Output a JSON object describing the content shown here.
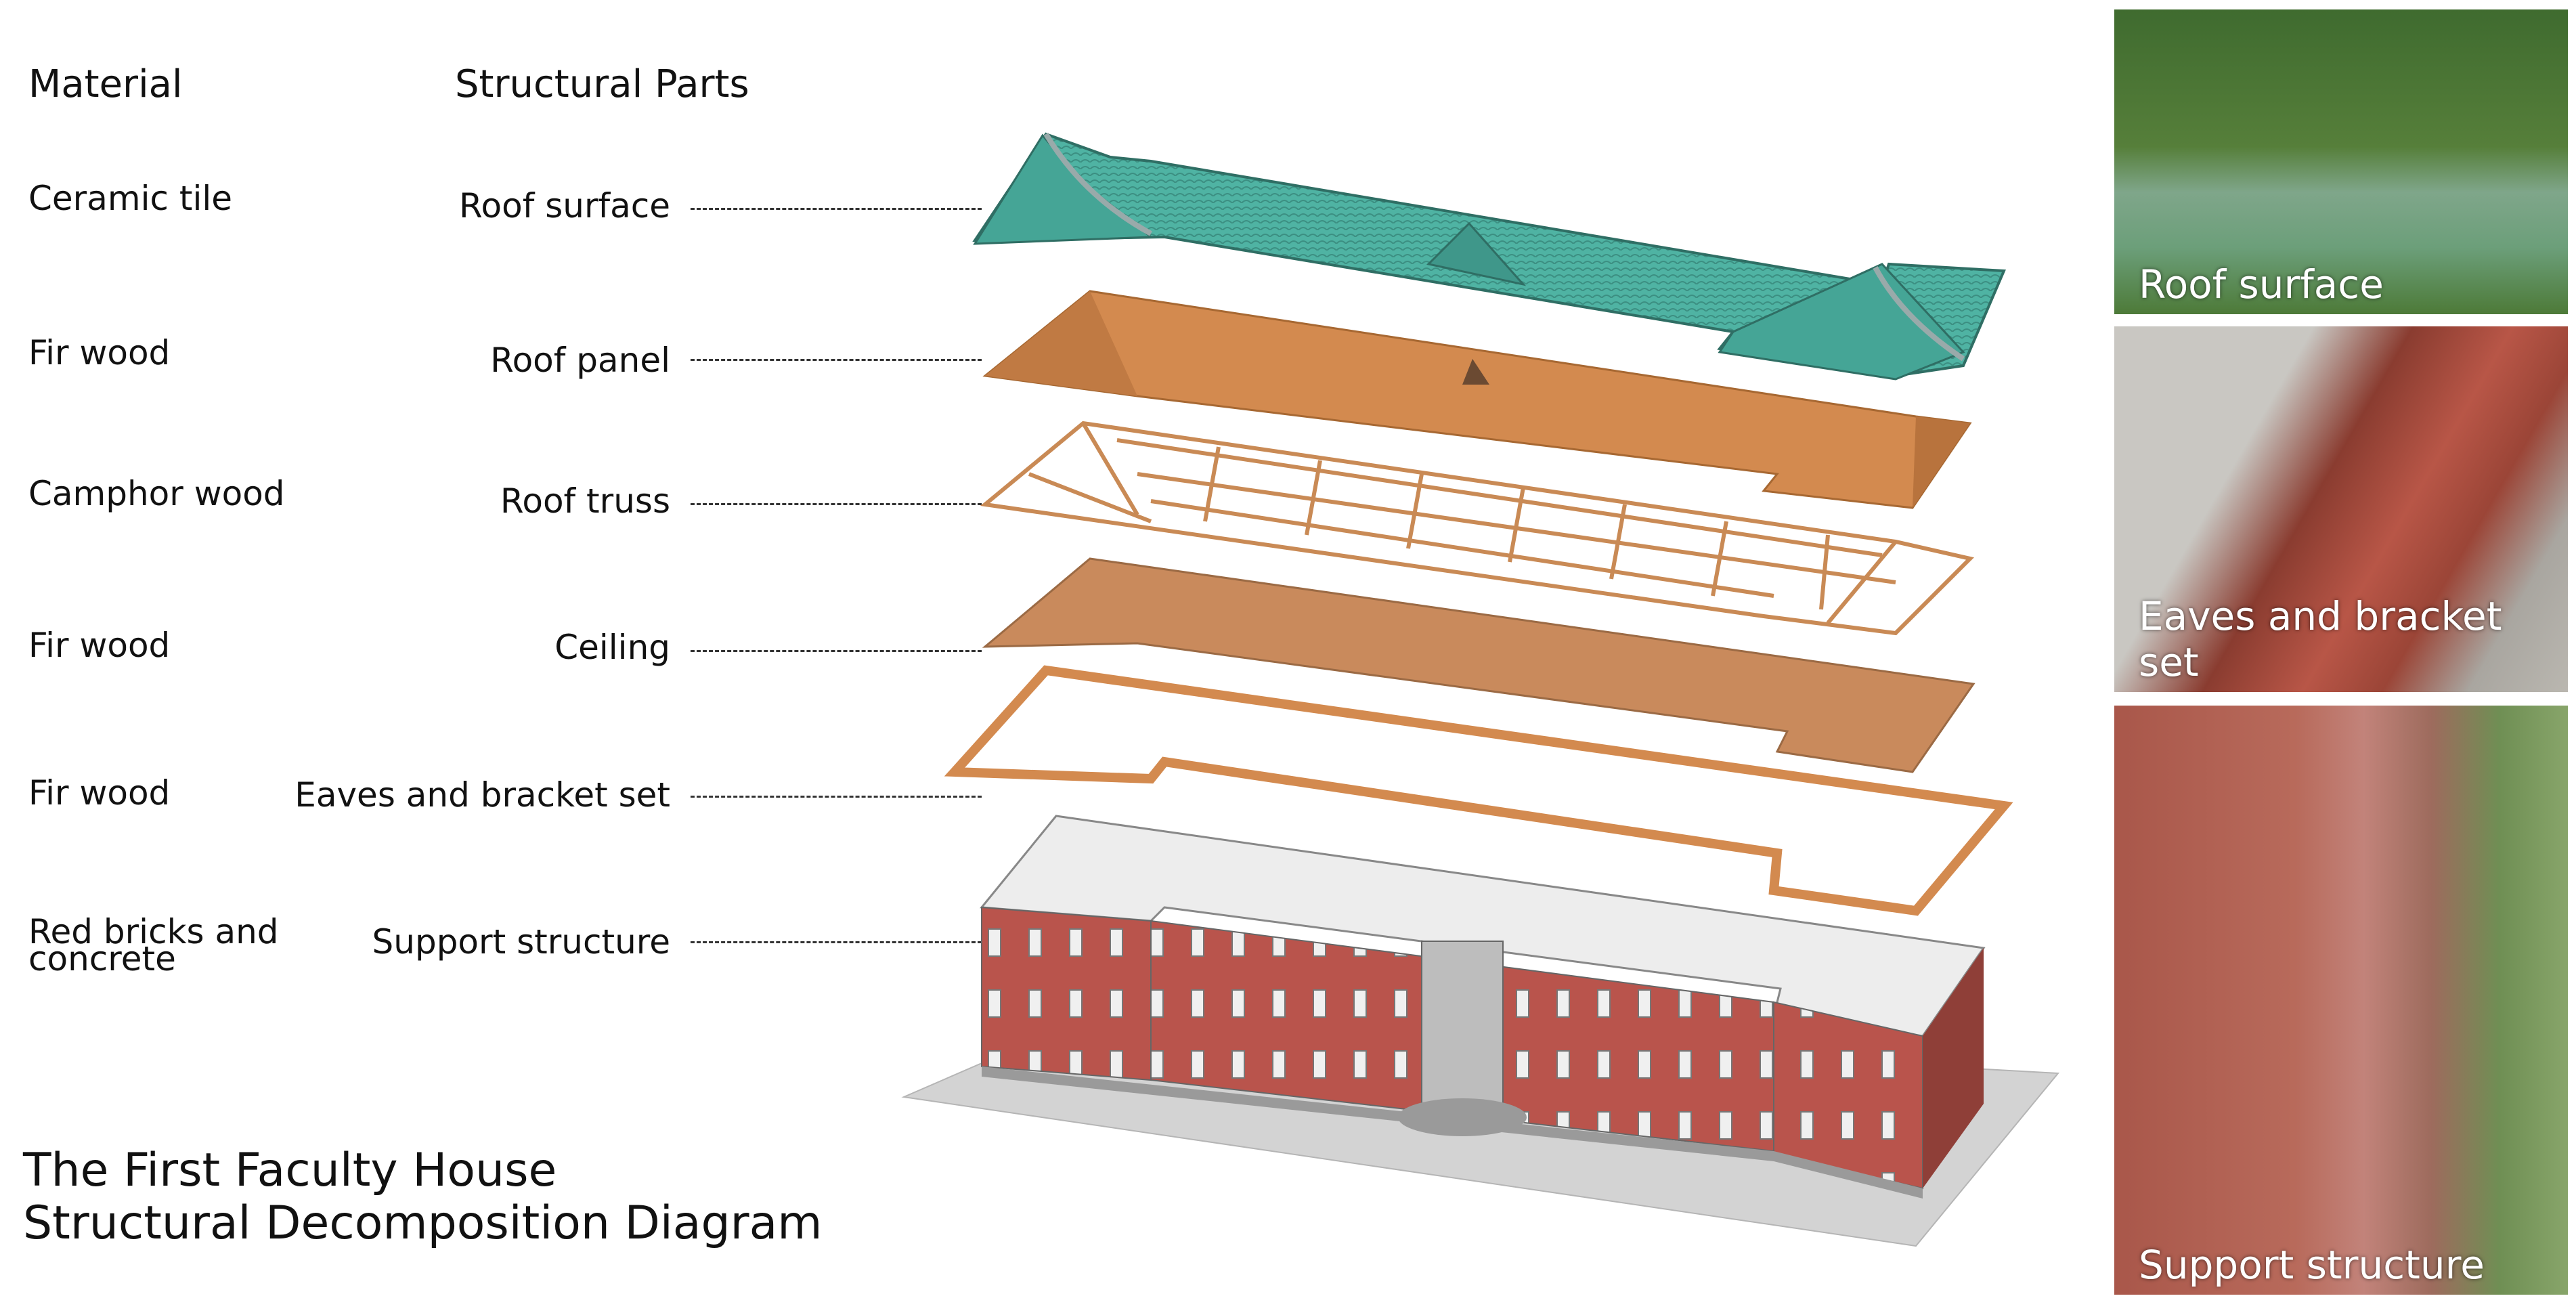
{
  "headers": {
    "material": "Material",
    "structural_parts": "Structural Parts"
  },
  "rows": [
    {
      "material": "Ceramic tile",
      "part": "Roof surface"
    },
    {
      "material": "Fir wood",
      "part": "Roof panel"
    },
    {
      "material": "Camphor wood",
      "part": "Roof truss"
    },
    {
      "material": "Fir wood",
      "part": "Ceiling"
    },
    {
      "material": "Fir wood",
      "part": "Eaves and bracket set"
    },
    {
      "material": "Red bricks and concrete",
      "part": "Support structure"
    }
  ],
  "title": {
    "line1": "The First Faculty House",
    "line2": "Structural Decomposition Diagram"
  },
  "photos": [
    {
      "caption": "Roof surface"
    },
    {
      "caption": "Eaves and bracket set"
    },
    {
      "caption": "Support structure"
    }
  ],
  "colors": {
    "roof_surface": "#4fb3a3",
    "wood": "#d38a4f",
    "truss": "#c98a55",
    "brick": "#b9544c",
    "concrete": "#9a9a9a",
    "ground": "#cfcfcf"
  }
}
